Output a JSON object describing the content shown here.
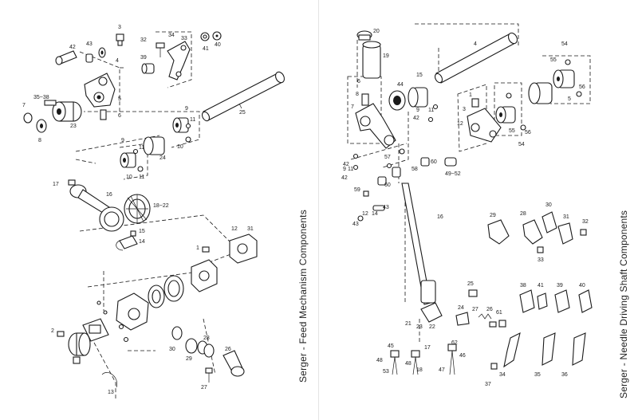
{
  "left_panel": {
    "caption": "Serger - Feed Mechanism Components",
    "labels": [
      "3",
      "32",
      "34",
      "33",
      "42",
      "43",
      "40",
      "41",
      "4",
      "39",
      "35~38",
      "7",
      "5",
      "6",
      "23",
      "8",
      "25",
      "9",
      "11",
      "10",
      "9",
      "11",
      "10",
      "11",
      "24",
      "17",
      "16",
      "18~22",
      "15",
      "14",
      "12",
      "31",
      "1",
      "30",
      "29",
      "28",
      "26",
      "27",
      "13",
      "2"
    ]
  },
  "right_panel": {
    "caption": "Serger - Needle Driving Shaft Components",
    "labels": [
      "20",
      "19",
      "4",
      "44",
      "15",
      "54",
      "55",
      "56",
      "6",
      "8",
      "9",
      "11",
      "1",
      "3",
      "12",
      "5",
      "7",
      "42",
      "55",
      "56",
      "54",
      "42",
      "57",
      "58",
      "60",
      "49~52",
      "42",
      "9",
      "11",
      "60",
      "59",
      "12",
      "14",
      "43",
      "43",
      "16",
      "29",
      "28",
      "30",
      "31",
      "32",
      "33",
      "25",
      "38",
      "41",
      "39",
      "40",
      "24",
      "27",
      "26",
      "61",
      "21",
      "22",
      "23",
      "45",
      "17",
      "62",
      "46",
      "48",
      "48",
      "53",
      "18",
      "47",
      "34",
      "35",
      "36",
      "37"
    ]
  }
}
